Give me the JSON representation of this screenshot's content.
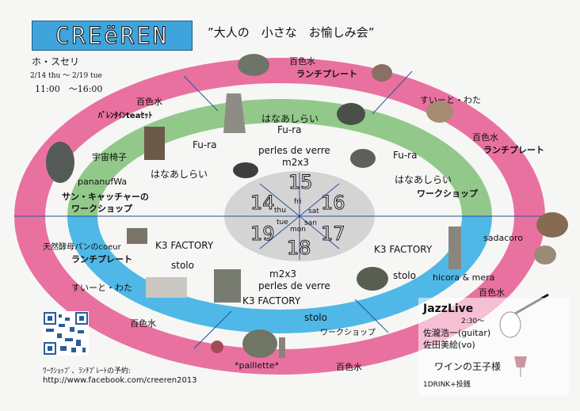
{
  "logo": {
    "text": "CREëREN"
  },
  "headline": "”大人の　小さな　お愉しみ会”",
  "venue": "ホ・スセリ",
  "dates": "2/14 thu 〜 2/19 tue",
  "hours": "11:00　〜16:00",
  "dial": {
    "days": [
      "15",
      "16",
      "17",
      "18",
      "19",
      "14"
    ],
    "weekdays": [
      "fri",
      "sat",
      "san",
      "mon",
      "tue",
      "thu"
    ]
  },
  "pink_ring": {
    "top": {
      "name": "百色水",
      "item": "ランチプレート"
    },
    "upper_right_vendor": "すいーと・わた",
    "right": {
      "name": "百色水",
      "item": "ランチプレート"
    },
    "upper_left": {
      "name": "百色水",
      "item": "ﾊﾞﾚﾝﾀｲﾝteaｾｯﾄ"
    },
    "left_a": "宇宙椅子",
    "left_b": {
      "name": "pananufWa",
      "item1": "サン・キャッチャーの",
      "item2": "ワークショップ"
    },
    "lower_left_a": {
      "name": "天然酵母パンのcoeur",
      "item": "ランチプレート"
    },
    "lower_left_b": "すいーと・わた",
    "lower_left_c": "百色水",
    "bottom_a": "*paillette*",
    "bottom_b": "百色水",
    "right_a": "sadacoro",
    "right_b": "hicora & mera",
    "right_c": "百色水"
  },
  "green_ring": {
    "top": {
      "name1": "はなあしらい",
      "name2": "Fu-ra"
    },
    "left_a": "Fu-ra",
    "left_b": "はなあしらい",
    "right_a": "Fu-ra",
    "right_b": {
      "name": "はなあしらい",
      "item": "ワークショップ"
    },
    "inner_top": {
      "name1": "perles de verre",
      "name2": "m2x3"
    }
  },
  "blue_ring": {
    "left_a": "K3 FACTORY",
    "left_b": "stolo",
    "right_a": "K3 FACTORY",
    "right_b": "stolo",
    "bottom_a": "K3 FACTORY",
    "bottom_b": "stolo",
    "bottom_c": "ワークショップ",
    "inner_bottom": {
      "name1": "m2x3",
      "name2": "perles de verre"
    }
  },
  "jazz": {
    "title": "JazzLive",
    "time": "2:30〜",
    "performer1": "佐瀧浩一(guitar)",
    "performer2": "佐田美絵(vo)"
  },
  "wine": {
    "label": "ワインの王子様",
    "fee": "1DRINK+投銭"
  },
  "reservation": {
    "label": "ﾜｰｸｼｮｯﾌﾟ、ﾗﾝﾁﾌﾟﾚｰﾄの予約:",
    "url": "http://www.facebook.com/creeren2013"
  },
  "colors": {
    "pink": "#e9719f",
    "green": "#92c98a",
    "blue": "#4fb8e6",
    "center": "#d4d4d4",
    "logo": "#3fa4dc"
  }
}
